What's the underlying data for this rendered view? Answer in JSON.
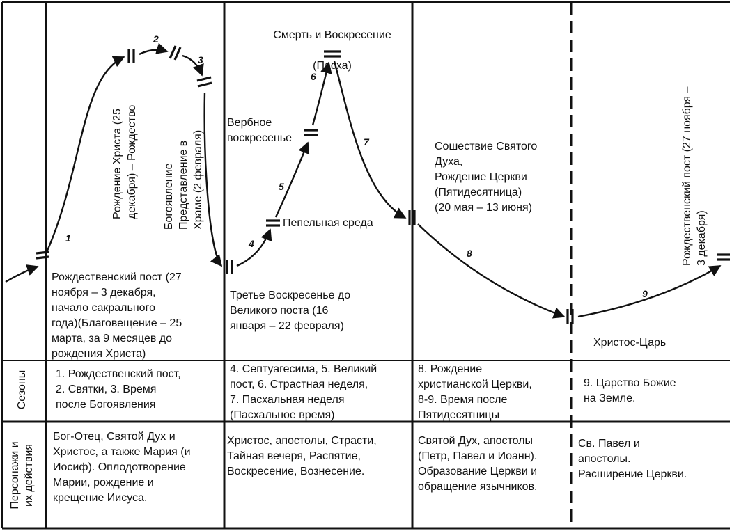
{
  "title": {
    "line1": "Смерть и Воскресение",
    "line2": "(Пасха)"
  },
  "labels": {
    "birth_vertical": "Рождение Христа (25\nдекабря) – Рождество",
    "epiphany_vertical": "Богоявление\nПредставление в\nХраме (2 февраля)",
    "palm_sunday": "Вербное\nвоскресенье",
    "ash_wednesday": "Пепельная среда",
    "pentecost": "Сошествие Святого\nДуха,\nРождение Церкви\n(Пятидесятница)\n(20 мая – 13 июня)",
    "advent_start": "Рождественский пост (27\nноября – 3 декабря,\nначало сакрального\nгода)(Благовещение – 25\nмарта, за 9 месяцев до\nрождения Христа)",
    "third_sunday": "Третье Воскресенье до\nВеликого поста (16\nянваря – 22 февраля)",
    "christ_king": "Христос-Царь",
    "advent_end_vertical": "Рождественский пост (27 ноября –\n3 декабря)"
  },
  "arrow_numbers": [
    "1",
    "2",
    "3",
    "4",
    "5",
    "6",
    "7",
    "8",
    "9"
  ],
  "rows": {
    "seasons": {
      "header": "Сезоны",
      "cells": [
        "1. Рождественский пост,\n2. Святки, 3. Время\nпосле Богоявления",
        "4. Септуагесима, 5. Великий\nпост, 6. Страстная неделя,\n7. Пасхальная неделя\n(Пасхальное время)",
        "8. Рождение\nхристианской Церкви,\n8-9. Время после\nПятидесятницы",
        "9. Царство Божие\nна Земле."
      ]
    },
    "characters": {
      "header": "Персонажи и\nих действия",
      "cells": [
        "Бог-Отец, Святой Дух и\nХристос, а также Мария (и\nИосиф). Оплодотворение\nМарии, рождение и\nкрещение Иисуса.",
        "Христос, апостолы, Страсти,\nТайная вечеря, Распятие,\nВоскресение, Вознесение.",
        "Святой Дух, апостолы\n(Петр, Павел и Иоанн).\nОбразование Церкви и\nобращение язычников.",
        "Св. Павел и\nапостолы.\nРасширение Церкви."
      ]
    }
  }
}
